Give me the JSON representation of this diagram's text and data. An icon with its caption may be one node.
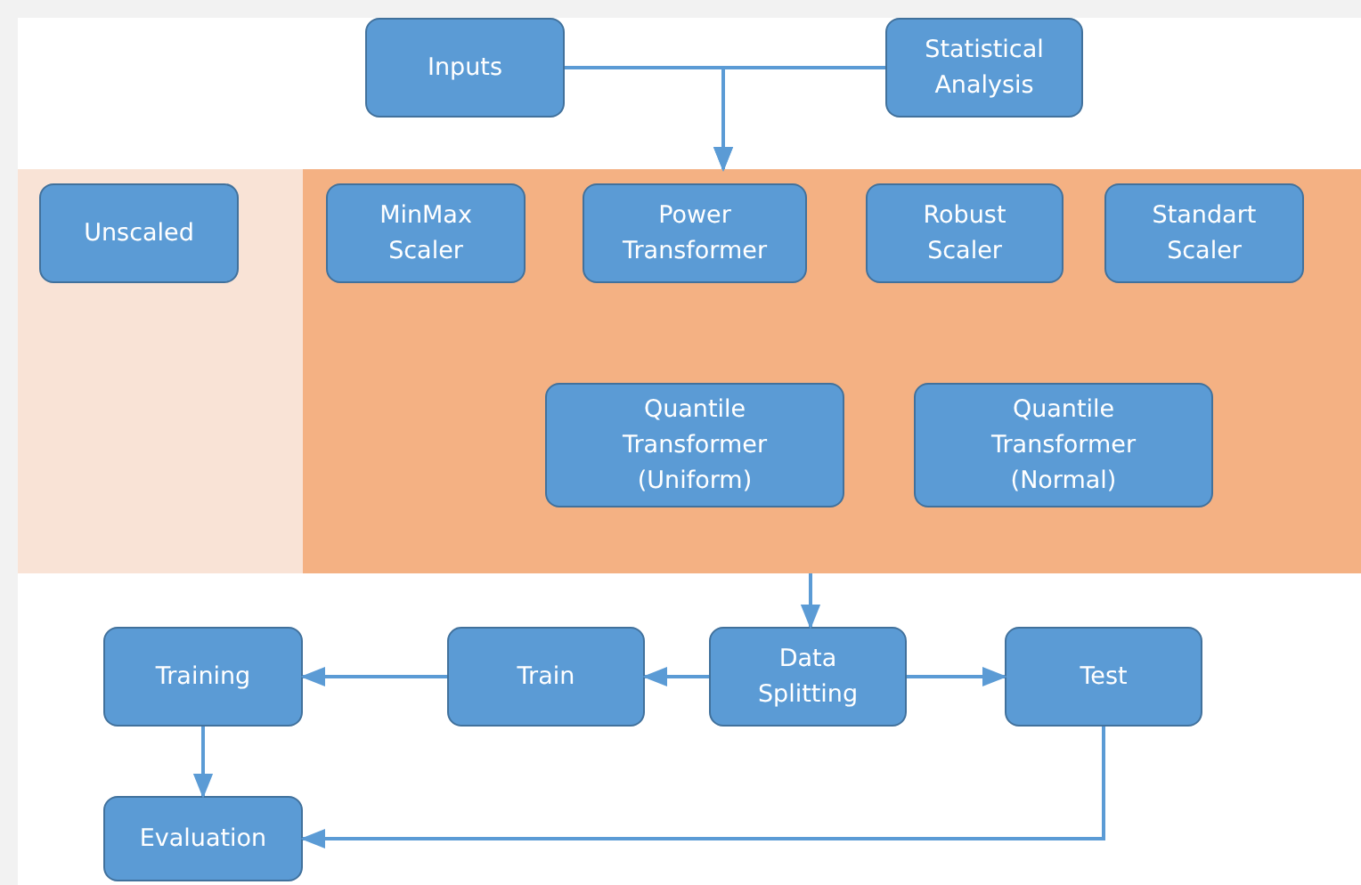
{
  "diagram": {
    "nodes": [
      {
        "text": [
          "Inputs"
        ]
      },
      {
        "text": [
          "Statistical Analysis"
        ]
      },
      {
        "text": [],
        "shape": "box"
      },
      {
        "text": [
          "Unscaled"
        ],
        "in": 2
      },
      {
        "text": [],
        "shape": "box"
      },
      {
        "text": [
          "MinMax Scaler"
        ],
        "in": 4
      },
      {
        "text": [
          "Power Transformer"
        ],
        "in": 4
      },
      {
        "text": [
          "Robust Scaler"
        ],
        "in": 4
      },
      {
        "text": [
          "Standart Scaler"
        ],
        "in": 4
      },
      {
        "text": [
          "Quantile Transformer (Uniform)"
        ],
        "in": 4
      },
      {
        "text": [
          "Quantile Transformer (Normal)"
        ],
        "in": 4
      },
      {
        "text": [
          "Training"
        ]
      },
      {
        "text": [
          "Train"
        ]
      },
      {
        "text": [
          "Data Splitting"
        ]
      },
      {
        "text": [
          "Test"
        ]
      },
      {
        "text": [
          "Evaluation"
        ]
      }
    ],
    "edges": [
      {
        "from": 0,
        "to": 4,
        "arrow": "to"
      },
      {
        "from": 1,
        "to": 4,
        "arrow": "to"
      },
      {
        "from": 4,
        "to": 13,
        "arrow": "to"
      },
      {
        "from": 13,
        "to": 12,
        "arrow": "to"
      },
      {
        "from": 12,
        "to": 11,
        "arrow": "to"
      },
      {
        "from": 13,
        "to": 14,
        "arrow": "to"
      },
      {
        "from": 11,
        "to": 15,
        "arrow": "to"
      },
      {
        "from": 14,
        "to": 15,
        "arrow": "to"
      }
    ]
  }
}
